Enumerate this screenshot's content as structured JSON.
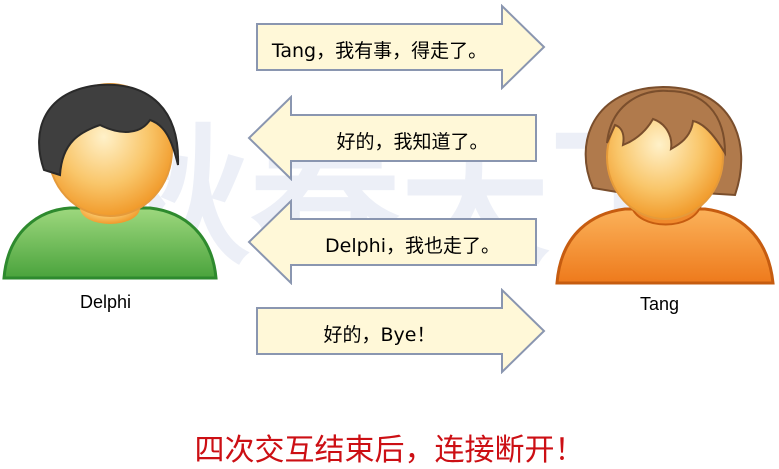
{
  "diagram": {
    "left_actor": "Delphi",
    "right_actor": "Tang",
    "messages": [
      {
        "text": "Tang，我有事，得走了。",
        "direction": "right"
      },
      {
        "text": "好的，我知道了。",
        "direction": "left"
      },
      {
        "text": "Delphi，我也走了。",
        "direction": "left"
      },
      {
        "text": "好的，Bye！",
        "direction": "right"
      }
    ],
    "caption": "四次交互结束后，连接断开！",
    "watermark": "秋春天下",
    "colors": {
      "arrow_fill": "#fff8d8",
      "arrow_stroke": "#8a96b0",
      "caption": "#cc0f14",
      "delphi_shirt": "#5cb84a",
      "tang_shirt": "#f08a2c",
      "skin": "#f7b24a"
    }
  }
}
